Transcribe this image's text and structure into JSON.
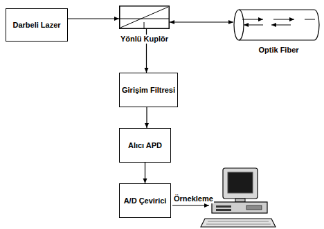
{
  "diagram": {
    "nodes": [
      {
        "text": [
          "Darbeli Lazer"
        ]
      },
      {
        "text": [
          "Yönlü Kuplör"
        ]
      },
      {
        "text": [
          "Optik Fiber"
        ]
      },
      {
        "text": [
          "Girişim Filtresi"
        ]
      },
      {
        "text": [
          "Alıcı APD"
        ]
      },
      {
        "text": [
          "A/D Çevirici"
        ]
      }
    ],
    "edges": [
      {
        "from": 0,
        "to": 1,
        "arrow": "to"
      },
      {
        "from": 1,
        "to": 2,
        "arrow": "both"
      },
      {
        "from": 1,
        "to": 3,
        "arrow": "to"
      },
      {
        "from": 3,
        "to": 4,
        "arrow": "to"
      },
      {
        "from": 4,
        "to": 5,
        "arrow": "to"
      }
    ],
    "labels": [
      "Örnekleme"
    ]
  }
}
